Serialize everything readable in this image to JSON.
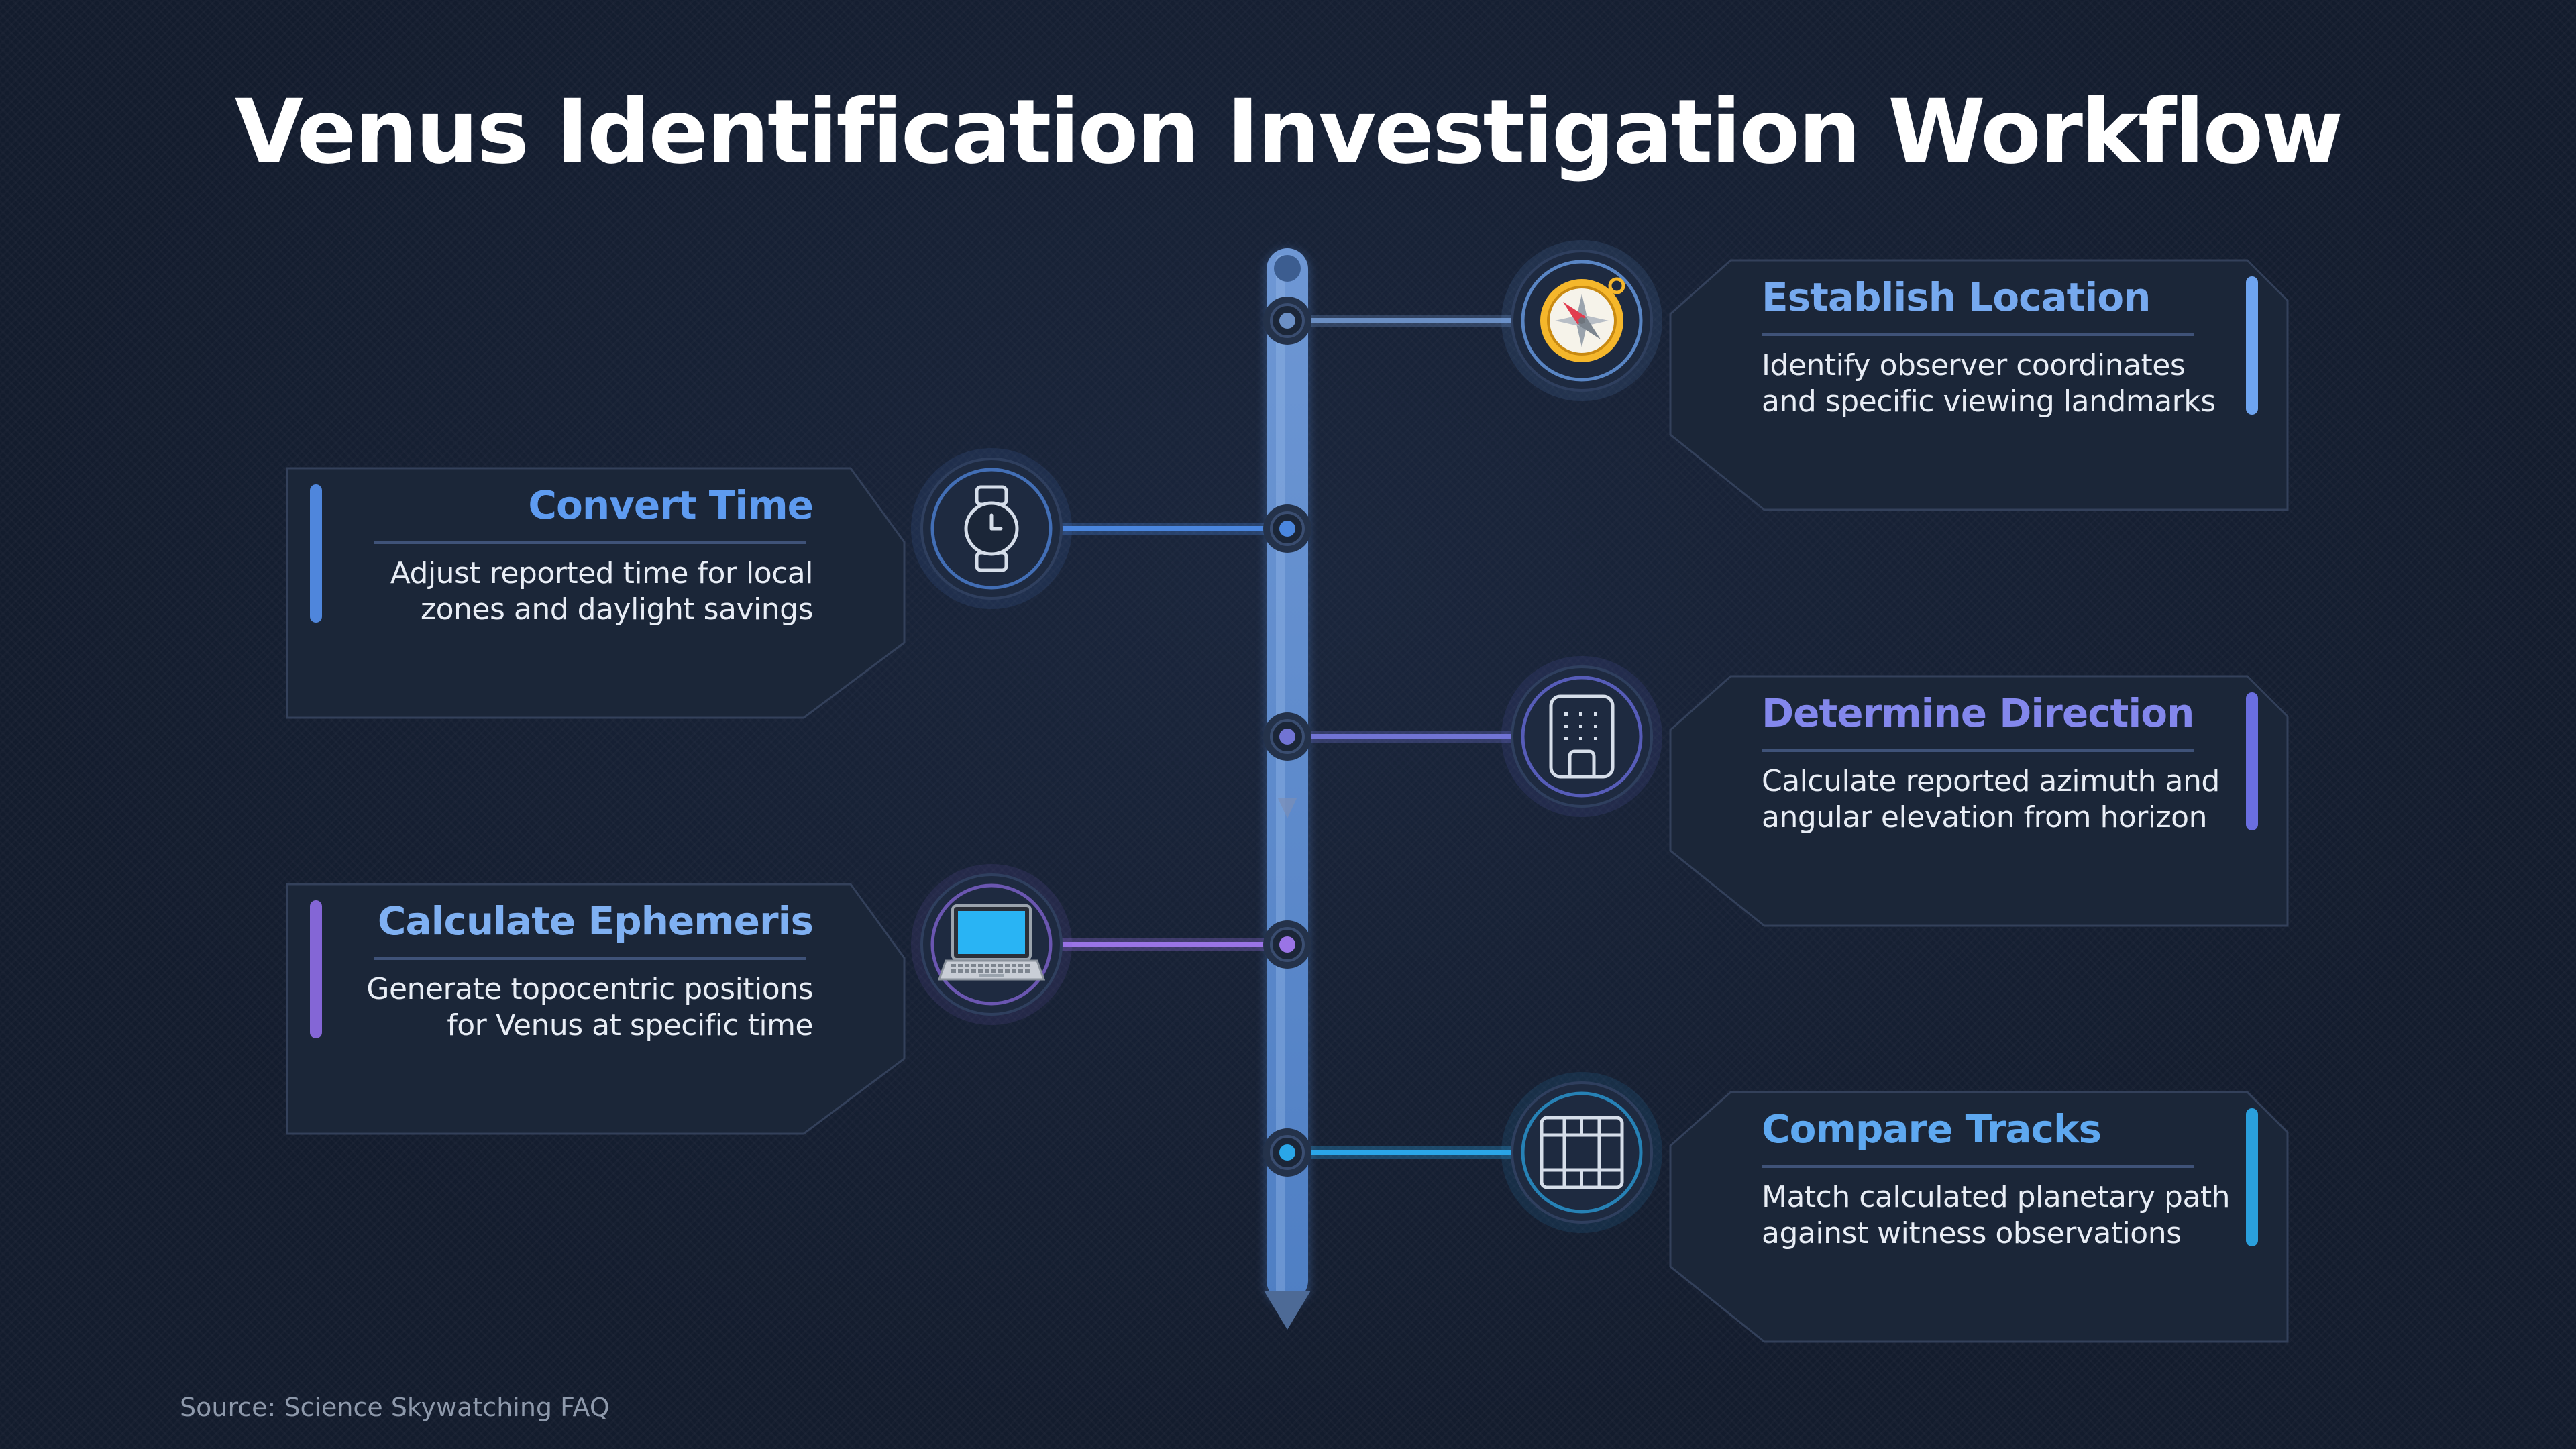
{
  "title": "Venus Identification Investigation Workflow",
  "source": "Source: Science Skywatching FAQ",
  "colors": {
    "background": "#131c2d",
    "card": "#1b2638",
    "spine": "#5b86c8",
    "blue": "#6ea4f0",
    "indigo": "#7f84ea",
    "violet": "#9b7ae6",
    "cyan": "#26a6e6",
    "title_text": "#ffffff",
    "body_text": "#e8edf5"
  },
  "steps": [
    {
      "id": "establish-location",
      "side": "right",
      "title": "Establish Location",
      "desc_line1": "Identify observer coordinates",
      "desc_line2": "and specific viewing landmarks",
      "icon": "compass-icon",
      "accent": "#6ea4f0",
      "line": "#6b8fc4",
      "title_color": "#76a9ef"
    },
    {
      "id": "convert-time",
      "side": "left",
      "title": "Convert Time",
      "desc_line1": "Adjust reported time for local",
      "desc_line2": "zones and daylight savings",
      "icon": "watch-icon",
      "accent": "#4f86dc",
      "line": "#4a86de",
      "title_color": "#5e9bf0"
    },
    {
      "id": "determine-direction",
      "side": "right",
      "title": "Determine Direction",
      "desc_line1": "Calculate reported azimuth and",
      "desc_line2": "angular elevation from horizon",
      "icon": "building-icon",
      "accent": "#6a6ee0",
      "line": "#7174d4",
      "title_color": "#8387ec"
    },
    {
      "id": "calculate-ephemeris",
      "side": "left",
      "title": "Calculate Ephemeris",
      "desc_line1": "Generate topocentric positions",
      "desc_line2": "for Venus at specific time",
      "icon": "laptop-icon",
      "accent": "#8466d6",
      "line": "#9a74e6",
      "title_color": "#7fb0f2"
    },
    {
      "id": "compare-tracks",
      "side": "right",
      "title": "Compare Tracks",
      "desc_line1": "Match calculated planetary path",
      "desc_line2": "against witness observations",
      "icon": "film-strip-icon",
      "accent": "#2a9fdc",
      "line": "#2aa6e8",
      "title_color": "#5ea8f0"
    }
  ]
}
